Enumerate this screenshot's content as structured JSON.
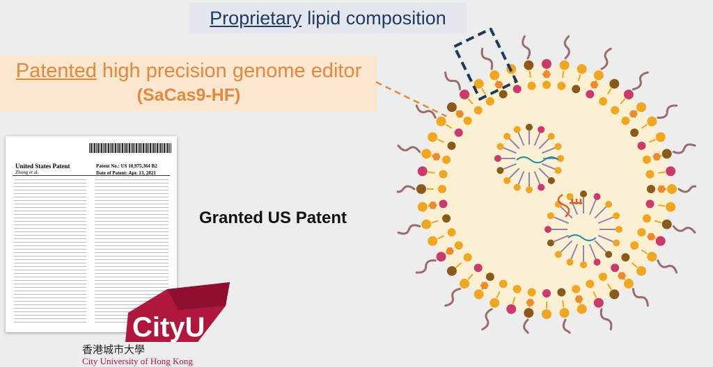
{
  "header": {
    "title_underlined": "Proprietary",
    "title_rest": "lipid composition"
  },
  "editor": {
    "underlined": "Patented",
    "rest": "high precision genome editor",
    "name": "(SaCas9-HF)"
  },
  "patent_doc": {
    "office": "United States Patent",
    "inventor_line": "Zhong et al.",
    "number_label": "Patent No.:",
    "number": "US 10,975,364 B2",
    "date_label": "Date of Patent:",
    "date": "Apr. 13, 2021"
  },
  "caption": "Granted US Patent",
  "logo": {
    "mark": "CityU",
    "chinese": "香港城市大學",
    "english": "City University of Hong Kong"
  },
  "colors": {
    "title_text": "#1f3a64",
    "editor_text": "#e6883a",
    "editor_bg": "#fbe6cf",
    "lipid_yellow": "#f0a61f",
    "lipid_brown": "#8b5a1a",
    "lipid_pink": "#cc3a6a",
    "tail": "#9c6a68",
    "cityu_red": "#b0173c"
  }
}
